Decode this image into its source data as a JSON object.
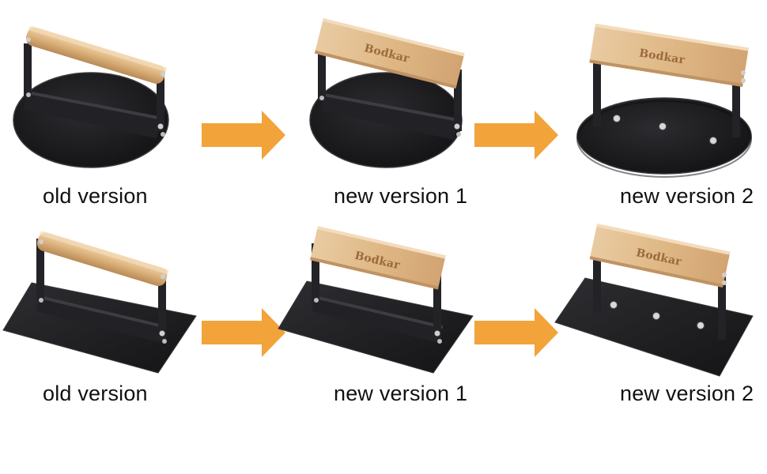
{
  "colors": {
    "plate": "#1a1a1c",
    "plate_edge": "#3a3a3e",
    "metal": "#2a2a2e",
    "wood_light": "#e8c9a0",
    "wood_mid": "#d9ae78",
    "wood_dark": "#b98a56",
    "brand_text": "#9b6a3a",
    "arrow": "#f2a33a",
    "caption": "#111111"
  },
  "brand": "Bodkar",
  "icons": {
    "arrow": "arrow-right-icon"
  },
  "rows": [
    {
      "shape": "round",
      "items": [
        {
          "caption": "old version"
        },
        {
          "caption": "new version 1",
          "logo": "Bodkar"
        },
        {
          "caption": "new version 2",
          "logo": "Bodkar"
        }
      ]
    },
    {
      "shape": "rectangular",
      "items": [
        {
          "caption": "old version"
        },
        {
          "caption": "new version 1",
          "logo": "Bodkar"
        },
        {
          "caption": "new version 2",
          "logo": "Bodkar"
        }
      ]
    }
  ]
}
